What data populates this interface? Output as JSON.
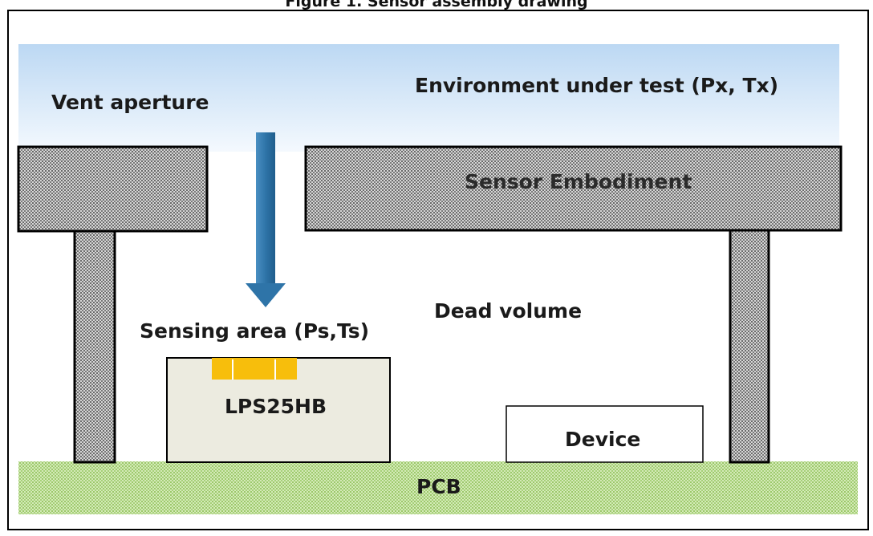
{
  "title": "Figure 1. Sensor assembly drawing",
  "labels": {
    "environment": "Environment under test (Px, Tx)",
    "vent_aperture": "Vent aperture",
    "sensor_embodiment": "Sensor Embodiment",
    "dead_volume": "Dead volume",
    "sensing_area": "Sensing area (Ps,Ts)",
    "chip": "LPS25HB",
    "device": "Device",
    "pcb": "PCB"
  },
  "colors": {
    "environment_gradient_top": "#bcd8f3",
    "environment_gradient_bottom": "#ffffff",
    "airflow_arrow": "#2e74a8",
    "embodiment_fill": "#9a9a9a",
    "pcb_fill": "#b5d88a",
    "chip_fill": "#ecebe0",
    "sensing_pad": "#f7be0c"
  }
}
